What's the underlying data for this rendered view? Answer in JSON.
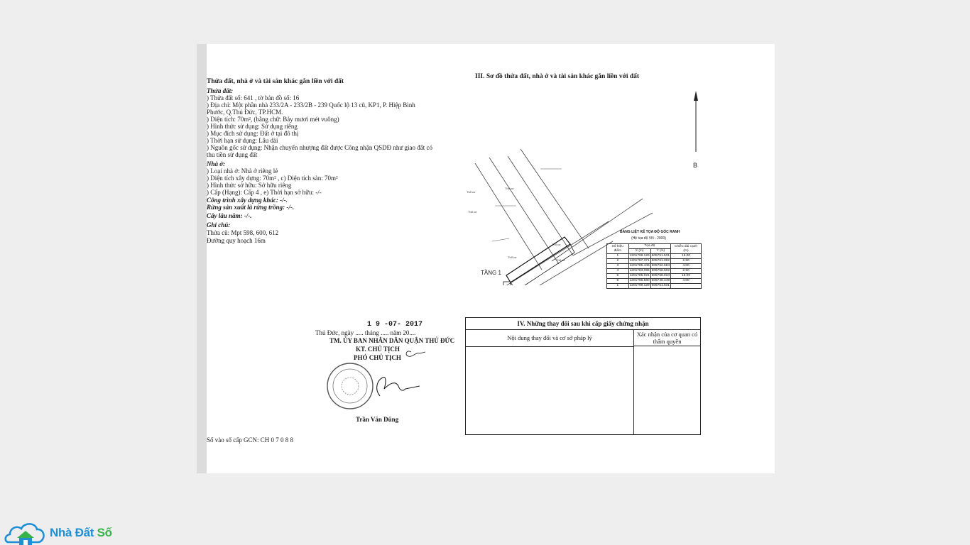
{
  "section_left": {
    "title": "Thửa đất, nhà ở và tài sản khác gắn liền với đất",
    "land_header": "Thửa đất:",
    "lines": [
      ") Thửa đất số:   641            , tờ bản đồ số:              16",
      ") Địa chỉ:  Một phần nhà 233/2A - 233/2B - 239 Quốc lộ 13 cũ, KP1, P. Hiệp Bình",
      "   Phước, Q.Thủ Đức, TP.HCM.",
      ") Diện tích:          70m², (bằng chữ: Bảy mươi mét vuông)",
      ") Hình thức sử dụng:    Sử dụng riêng",
      ") Mục đích sử dụng:   Đất ở tại đô thị",
      ") Thời hạn sử dụng:   Lâu dài",
      ") Nguồn gốc sử dụng:  Nhận chuyển nhượng đất được Công nhận QSDĐ như giao đất có",
      "   thu tiền sử dụng đất"
    ],
    "house_header": "Nhà ở:",
    "house_lines": [
      ") Loại nhà ở:     Nhà ở riêng lẻ",
      ") Diện tích xây dựng:     70m²                          , c) Diện tích sàn:   70m²",
      ") Hình thức sở hữu:          Sở hữu riêng",
      ") Cấp (Hạng):  Cấp 4          , e) Thời hạn sở hữu:        -/-"
    ],
    "other_lines": [
      "Công trình xây dựng khác: -/-.",
      "Rừng sản xuất là rừng trồng: -/-.",
      "Cây lâu năm: -/-."
    ],
    "notes_header": "Ghi chú:",
    "notes": [
      " Thửa cũ: Mpt 598, 600, 612",
      " Đường quy hoạch 16m"
    ]
  },
  "section_right": {
    "title": "III. Sơ đồ thửa đất, nhà ở và tài sản khác gắn liền với đất",
    "floor_label": "TẦNG 1",
    "north_label": "B",
    "plot_labels": [
      "Thổ cư",
      "Thổ cư",
      "Thổ cư",
      "Thổ cư",
      "Thổ cư",
      "Thổ cư"
    ],
    "table_title": "BẢNG LIỆT KÊ TỌA ĐỘ GÓC RANH",
    "table_subtitle": "(Hệ tọa độ VN - 2000)",
    "table_headers": [
      "Số hiệu điểm",
      "Tọa độ",
      "Chiều dài cạnh (m)"
    ],
    "table_subheaders": [
      "X (m)",
      "Y (m)"
    ],
    "table_rows": [
      [
        "1",
        "1201799.129",
        "605751.531",
        "15.00"
      ],
      [
        "2",
        "1201787.371",
        "605761.092",
        "2.50"
      ],
      [
        "3",
        "1201785.446",
        "605762.684",
        "4.00"
      ],
      [
        "4",
        "1201783.096",
        "605758.502",
        "2.50"
      ],
      [
        "5",
        "1201785.021",
        "605758.010",
        "15.00"
      ],
      [
        "6",
        "1201796.580",
        "605748.449",
        "4.00"
      ],
      [
        "1",
        "1201799.129",
        "605751.531",
        ""
      ]
    ]
  },
  "signature": {
    "date_stamp": "1 9 -07- 2017",
    "date_line": "Thủ Đức, ngày  .....  tháng  .....  năm 20....",
    "org": "TM. ỦY BAN NHÂN DÂN QUẬN THỦ ĐỨC",
    "title1": "KT. CHỦ TỊCH",
    "title2": "PHÓ CHỦ TỊCH",
    "name": "Trần Văn Dũng",
    "registry": "Số vào sổ cấp GCN:  CH  0 7 0 8 8"
  },
  "changes": {
    "title": "IV. Những thay đổi sau khi cấp giấy chứng nhận",
    "col1": "Nội dung thay đổi và cơ sở pháp lý",
    "col2": "Xác nhận của cơ quan có thẩm quyền"
  },
  "logo": {
    "text_main": "Nhà Đất ",
    "text_accent": "Số",
    "brand_blue": "#1f8fd6",
    "brand_green": "#37b34a"
  }
}
